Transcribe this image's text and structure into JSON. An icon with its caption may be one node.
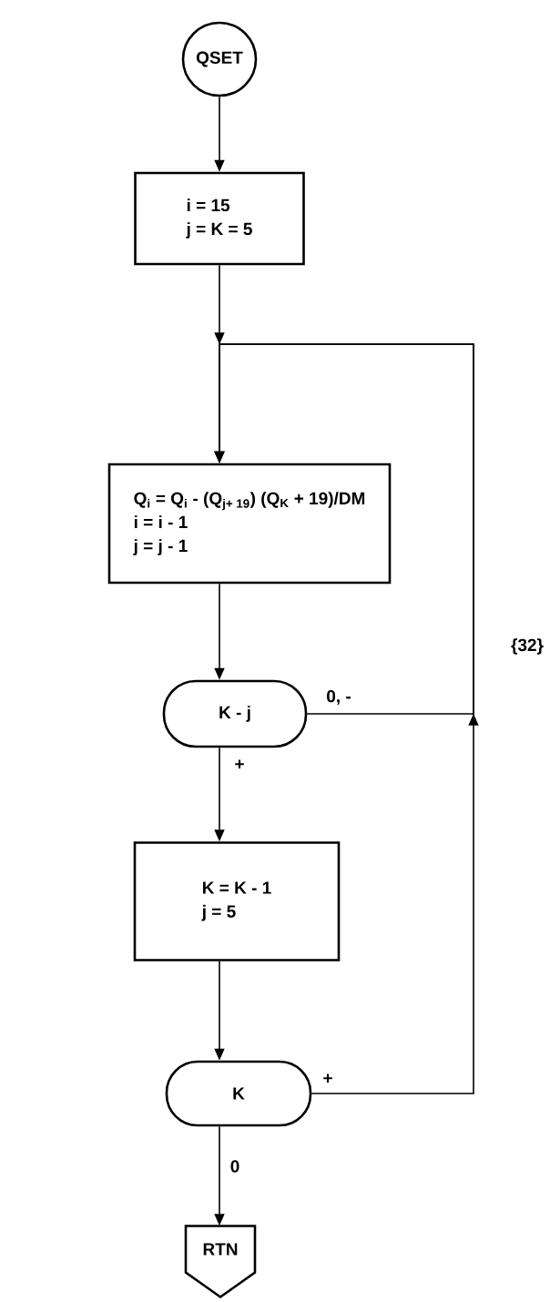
{
  "diagram": {
    "nodes": [
      {
        "text": [
          "QSET"
        ]
      },
      {
        "text": [
          "i = 15",
          "j = K = 5"
        ]
      },
      {
        "text": [
          "Q$_{i}$ = Q$_{i}$ - (Q$_{j+ 19}$) (Q$_{K}$ + 19)/DM",
          "i = i - 1",
          "j = j - 1"
        ]
      },
      {
        "text": [
          "K - j"
        ]
      },
      {
        "text": [
          "K = K - 1",
          "j = 5"
        ]
      },
      {
        "text": [
          "K"
        ]
      },
      {
        "text": [
          "RTN"
        ]
      }
    ],
    "edges": [
      {
        "from": 0,
        "to": 1,
        "arrow": "to"
      },
      {
        "from": 1,
        "to": 2,
        "arrow": "to"
      },
      {
        "from": 2,
        "to": 3,
        "arrow": "to"
      },
      {
        "from": 3,
        "to": 4,
        "arrow": "to",
        "label": "+"
      },
      {
        "from": 4,
        "to": 5,
        "arrow": "to"
      },
      {
        "from": 5,
        "to": 6,
        "arrow": "to",
        "label": "0"
      },
      {
        "from": 3,
        "to": 2,
        "arrow": "to",
        "label": "0, -"
      },
      {
        "from": 5,
        "to": 2,
        "arrow": "to",
        "label": "+"
      }
    ],
    "labels": [
      "{32}"
    ]
  }
}
